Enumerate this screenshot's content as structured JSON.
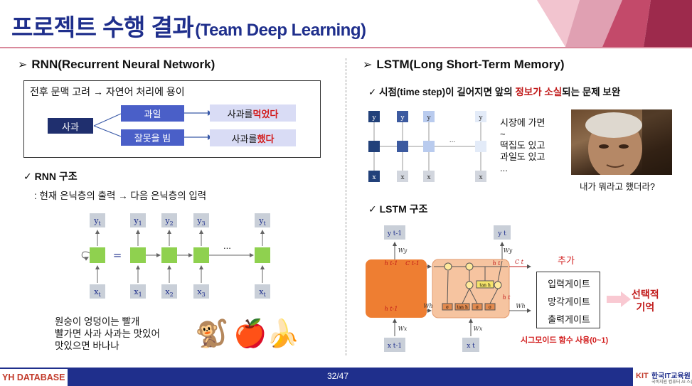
{
  "header": {
    "title": "프로젝트 수행 결과",
    "subtitle": "(Team Deep Learning)"
  },
  "left": {
    "section_title": "RNN(Recurrent Neural Network)",
    "box": {
      "title": "전후 문맥 고려 → 자연어 처리에 용이",
      "input": "사과",
      "branches": [
        {
          "word": "과일",
          "result_prefix": "사과를 ",
          "result_emph": "먹었다"
        },
        {
          "word": "잘못을 빔",
          "result_prefix": "사과를 ",
          "result_emph": "했다"
        }
      ]
    },
    "structure": {
      "heading": "RNN 구조",
      "description": ": 현재 은닉층의 출력 → 다음 은닉층의 입력",
      "eq": "=",
      "ellipsis": "..."
    },
    "example_text": [
      "원숭이 엉덩이는 빨개",
      "빨가면 사과 사과는 맛있어",
      "맛있으면 바나나"
    ],
    "emoji": [
      "🐒",
      "🍎",
      "🍌"
    ]
  },
  "right": {
    "section_title": "LSTM(Long Short-Term Memory)",
    "problem": {
      "prefix": "시점(time step)이 길어지면 앞의 ",
      "emph": "정보가 소실",
      "suffix": "되는 문제 보완"
    },
    "sequence_words": [
      "시장에 가면",
      "~",
      "떡집도 있고",
      "과일도 있고",
      "..."
    ],
    "photo_caption": "내가 뭐라고 했더라?",
    "structure_heading": "LSTM 구조",
    "add_label": "추가",
    "gates": [
      "입력게이트",
      "망각게이트",
      "출력게이트"
    ],
    "memory": [
      "선택적",
      "기억"
    ],
    "sigmoid_note": "시그모이드 함수 사용(0~1)",
    "cell_labels": {
      "tanh": "tan h",
      "sigma": "σ",
      "W_y": "W",
      "W_h": "W",
      "W_x": "W"
    }
  },
  "footer": {
    "left_label": "YH DATABASE",
    "page": "32/47",
    "org_name": "한국IT교육원",
    "org_sub": "국비지원 컴퓨터 AI 스쿨",
    "org_logo": "KIT"
  },
  "colors": {
    "title": "#1f2f8c",
    "accent_red": "#d21c1c",
    "rnn_node": "#8fd14f",
    "lstm_node_dark": "#22417a",
    "lstm_node_light": "#bfd0f0",
    "lstm_cell_orange": "#ee7e32",
    "lstm_cell_peach": "#f6c4a0"
  }
}
